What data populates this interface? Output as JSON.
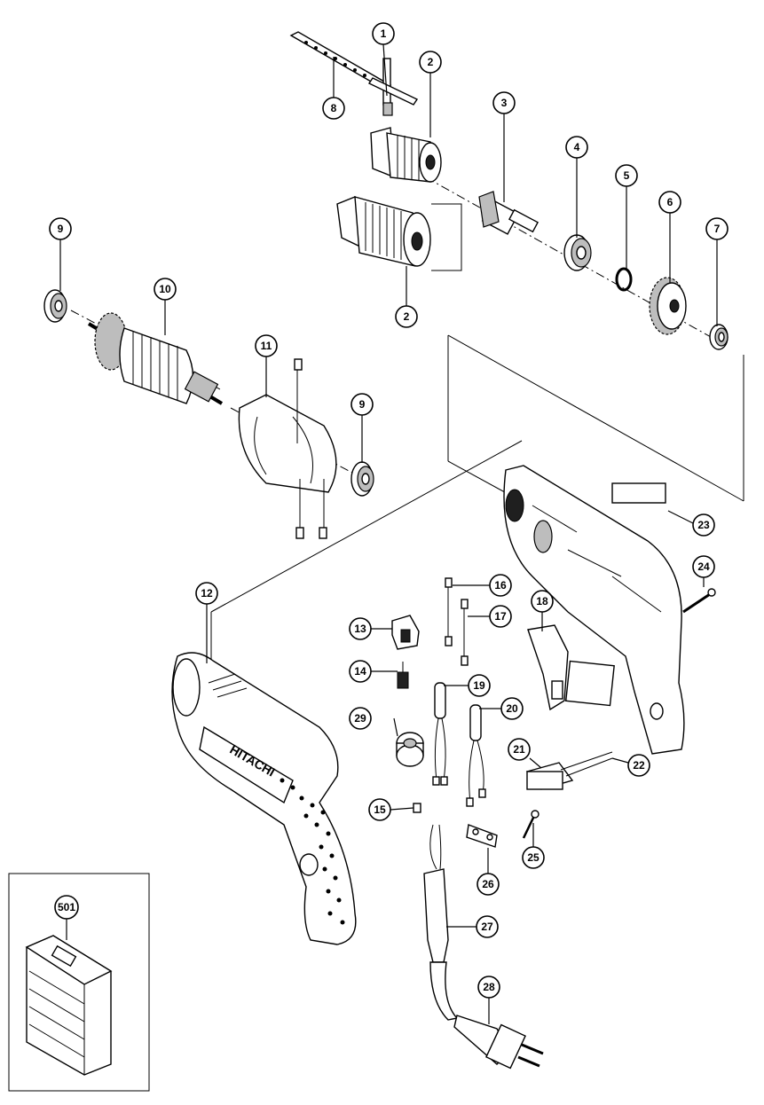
{
  "diagram": {
    "brand_text": "HITACHI",
    "callouts": [
      "1",
      "2",
      "2",
      "3",
      "4",
      "5",
      "6",
      "7",
      "8",
      "9",
      "9",
      "10",
      "11",
      "12",
      "13",
      "14",
      "15",
      "16",
      "17",
      "18",
      "19",
      "20",
      "21",
      "22",
      "23",
      "24",
      "25",
      "26",
      "27",
      "28",
      "29",
      "501"
    ]
  }
}
